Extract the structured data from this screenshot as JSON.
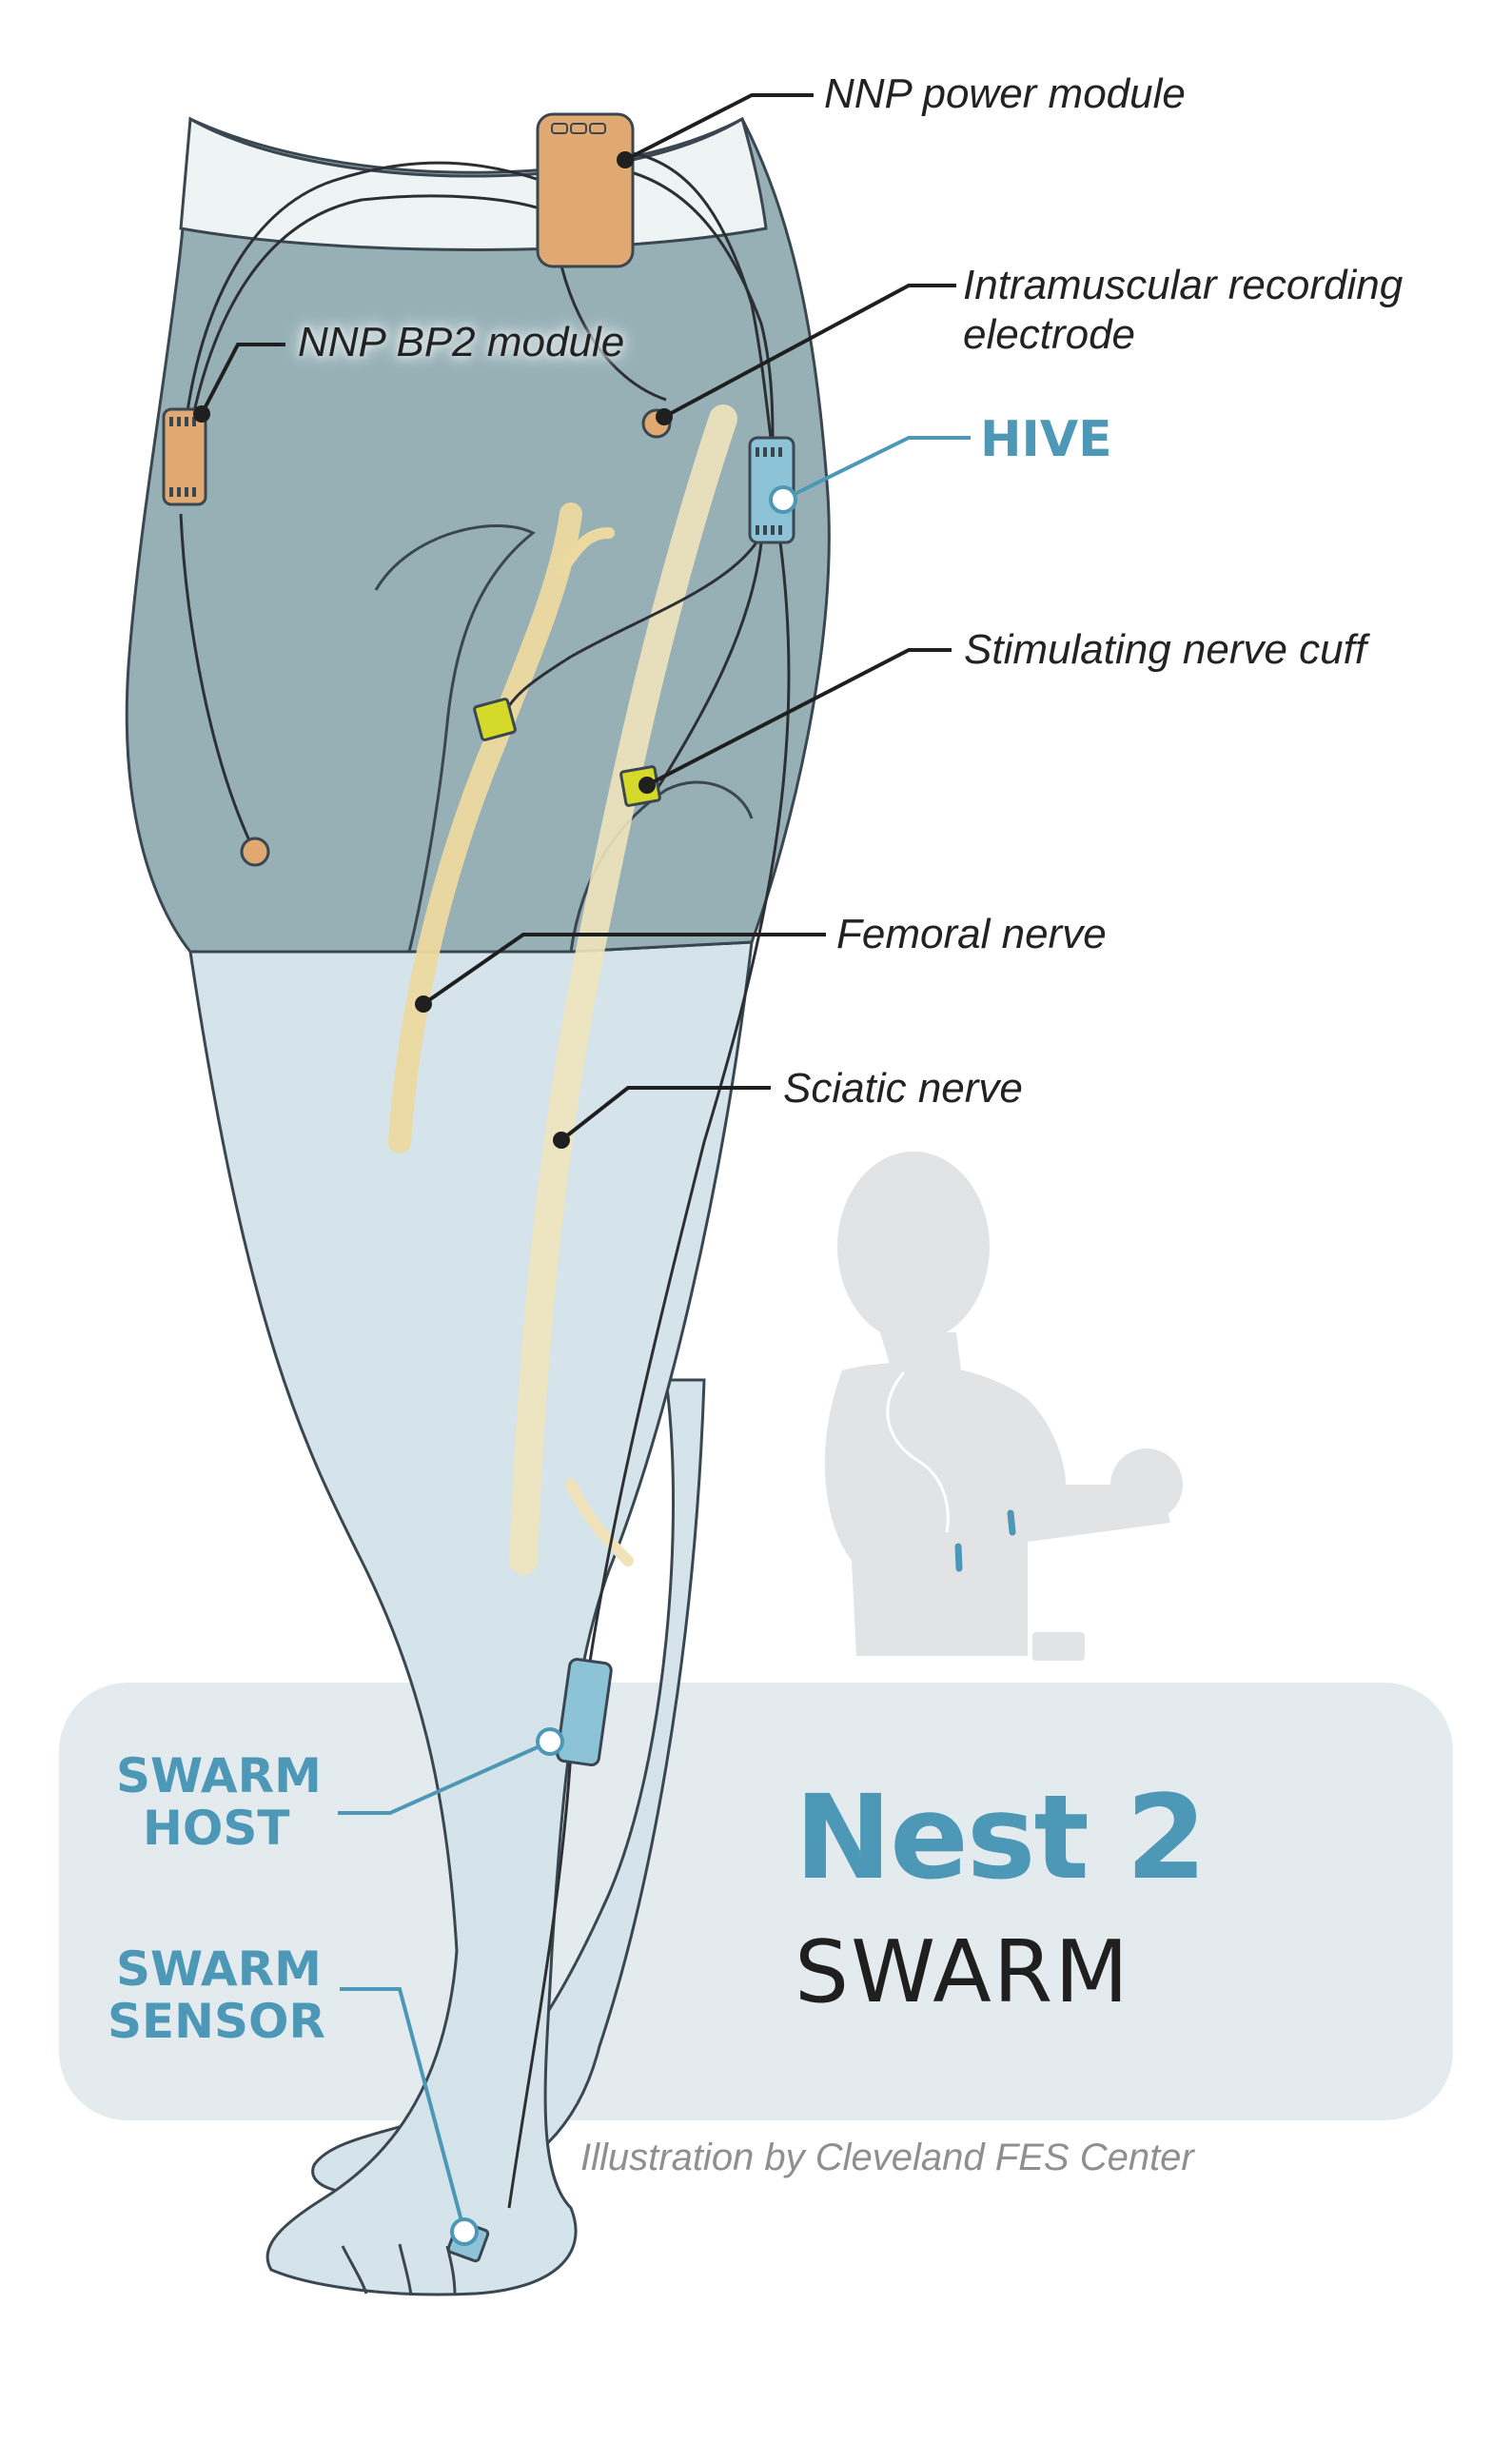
{
  "labels": {
    "power_module": "NNP power module",
    "recording_electrode": "Intramuscular recording",
    "recording_electrode_2": "electrode",
    "bp2_module": "NNP BP2 module",
    "hive": "HIVE",
    "nerve_cuff": "Stimulating nerve cuff",
    "femoral_nerve": "Femoral nerve",
    "sciatic_nerve": "Sciatic nerve",
    "swarm_host_1": "SWARM",
    "swarm_host_2": "HOST",
    "swarm_sensor_1": "SWARM",
    "swarm_sensor_2": "SENSOR"
  },
  "panel": {
    "title": "Nest 2",
    "subtitle": "SWARM"
  },
  "credit": "Illustration by Cleveland FES Center",
  "colors": {
    "blue_accent": "#4c98b6",
    "shorts": "#96b0b6",
    "skin": "#d4e4ea",
    "panel": "#e4ebee",
    "nerve": "#ecd9a0",
    "module_orange": "#e0a972",
    "cuff_yellow": "#d5d92a",
    "silhouette": "#e2e3e4"
  }
}
